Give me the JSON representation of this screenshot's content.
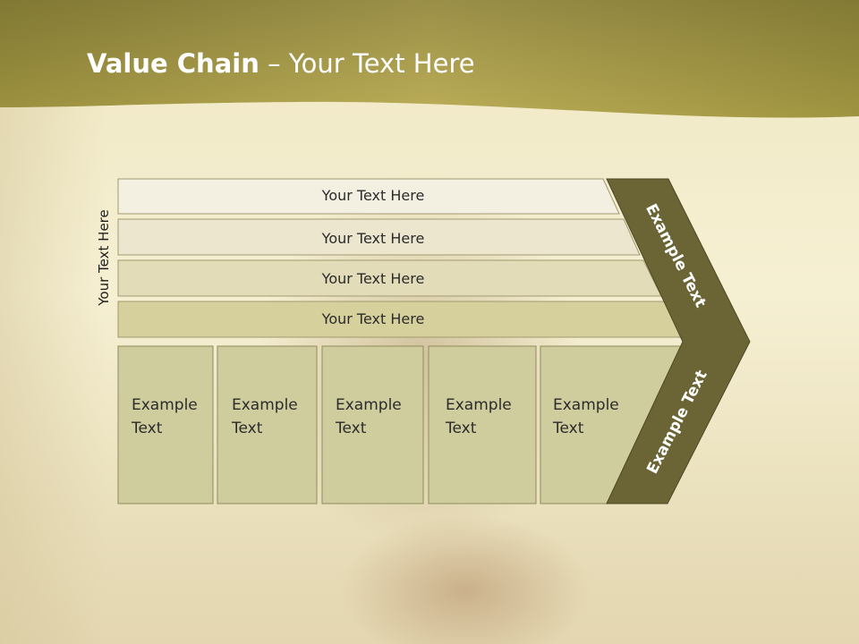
{
  "slide": {
    "title_bold": "Value Chain",
    "title_rest": " – Your Text Here",
    "side_label": "Your Text Here"
  },
  "bars": [
    {
      "label": "Your Text Here",
      "color": "#f3f0e2"
    },
    {
      "label": "Your Text Here",
      "color": "#ece6cf"
    },
    {
      "label": "Your Text Here",
      "color": "#e2dcb8"
    },
    {
      "label": "Your Text Here",
      "color": "#d6d09c"
    }
  ],
  "boxes": [
    {
      "label": "Example\nText"
    },
    {
      "label": "Example\nText"
    },
    {
      "label": "Example\nText"
    },
    {
      "label": "Example\nText"
    },
    {
      "label": "Example\nText"
    }
  ],
  "arrow": {
    "top_label": "Example Text",
    "bottom_label": "Example Text",
    "color": "#6b6535"
  },
  "colors": {
    "header_dark": "#7f7630",
    "header_light": "#b4a752",
    "box_fill": "#cfcd9e",
    "box_border": "#8f8a5d"
  }
}
